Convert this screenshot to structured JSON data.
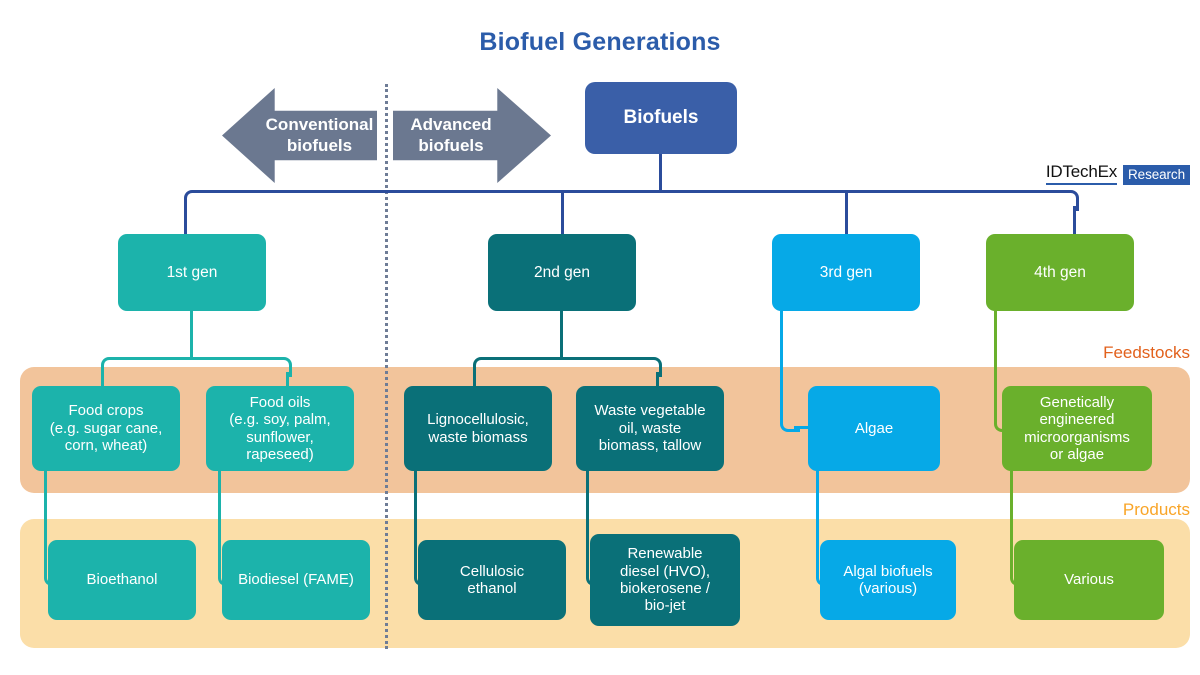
{
  "title": "Biofuel Generations",
  "root": {
    "label": "Biofuels"
  },
  "arrows": {
    "left": "Conventional\nbiofuels",
    "right": "Advanced\nbiofuels"
  },
  "logo": {
    "word": "IDTechEx",
    "chip": "Research"
  },
  "bands": {
    "feedstocks_label": "Feedstocks",
    "products_label": "Products"
  },
  "generations": [
    {
      "label": "1st gen",
      "color": "#1CB3AB"
    },
    {
      "label": "2nd gen",
      "color": "#0A7078"
    },
    {
      "label": "3rd gen",
      "color": "#06A9E7"
    },
    {
      "label": "4th gen",
      "color": "#6AB02C"
    }
  ],
  "feedstocks": [
    {
      "label": "Food crops\n(e.g. sugar cane,\ncorn, wheat)",
      "gen": "1st gen"
    },
    {
      "label": "Food oils\n(e.g. soy, palm,\nsunflower,\nrapeseed)",
      "gen": "1st gen"
    },
    {
      "label": "Lignocellulosic,\nwaste biomass",
      "gen": "2nd gen"
    },
    {
      "label": "Waste vegetable\noil, waste\nbiomass, tallow",
      "gen": "2nd gen"
    },
    {
      "label": "Algae",
      "gen": "3rd gen"
    },
    {
      "label": "Genetically\nengineered\nmicroorganisms\nor algae",
      "gen": "4th gen"
    }
  ],
  "products": [
    {
      "label": "Bioethanol",
      "gen": "1st gen"
    },
    {
      "label": "Biodiesel (FAME)",
      "gen": "1st gen"
    },
    {
      "label": "Cellulosic\nethanol",
      "gen": "2nd gen"
    },
    {
      "label": "Renewable\ndiesel (HVO),\nbiokerosene /\nbio-jet",
      "gen": "2nd gen"
    },
    {
      "label": "Algal biofuels\n(various)",
      "gen": "3rd gen"
    },
    {
      "label": "Various",
      "gen": "4th gen"
    }
  ],
  "colors": {
    "title": "#2B5CAA",
    "root": "#3A5FA8",
    "arrow": "#6B7890",
    "band_feedstocks": "#F2C49B",
    "band_products": "#FBDEA8",
    "label_feedstocks": "#E2611C",
    "label_products": "#F9A528",
    "bus_line": "#2B4C9B",
    "divider": "#6E7C96"
  }
}
